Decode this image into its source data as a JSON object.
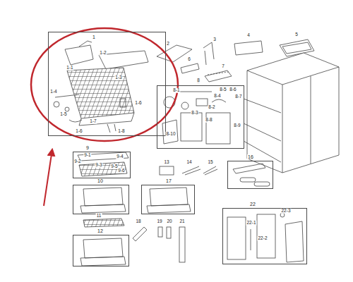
{
  "diagram": {
    "nodes": [
      {
        "text": [
          "1"
        ]
      },
      {
        "text": [
          "8"
        ]
      },
      {
        "text": [
          "9"
        ]
      },
      {
        "text": [
          "10"
        ]
      },
      {
        "text": [
          "12"
        ]
      },
      {
        "text": [
          "17"
        ]
      },
      {
        "text": [
          "16"
        ]
      },
      {
        "text": [
          "22"
        ]
      }
    ],
    "labels": [
      "1-1",
      "1-2",
      "1-3",
      "1-4",
      "1-5",
      "1-6",
      "1-7",
      "1-8",
      "1-6",
      "2",
      "3",
      "4",
      "5",
      "6",
      "7",
      "8",
      "8-1",
      "8-2",
      "8-3",
      "8-4",
      "8-5",
      "8-6",
      "8-7",
      "8-8",
      "8-9",
      "8-10",
      "9-1",
      "9-2",
      "9-3",
      "9-4",
      "9-5",
      "9-6",
      "11",
      "13",
      "14",
      "15",
      "18",
      "19",
      "20",
      "21",
      "22-1",
      "22-2",
      "22-3"
    ]
  }
}
